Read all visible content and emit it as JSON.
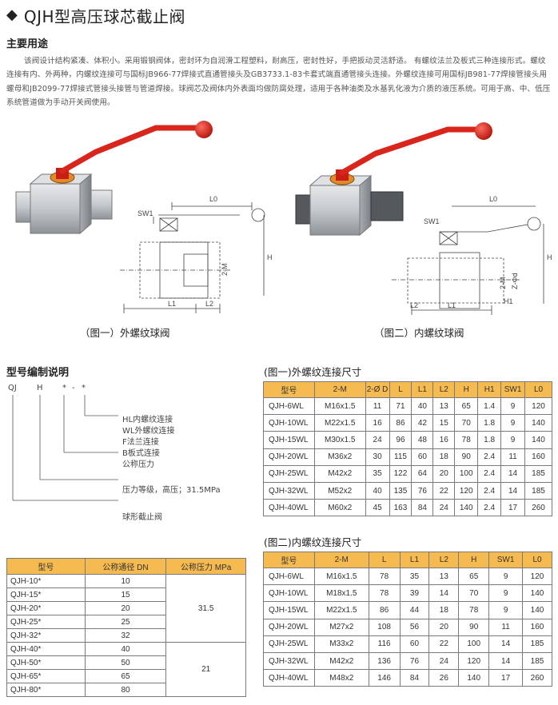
{
  "title": "QJH型高压球芯截止阀",
  "section_usage": {
    "heading": "主要用途",
    "text": "该阀设计结构紧凑、体积小。采用锻钢阀体，密封环为自润滑工程塑料，耐高压，密封性好，手把扳动灵活舒适。 有螺纹法兰及板式三种连接形式。螺纹连接有内、外两种，内螺纹连接可与国标JB966-77焊接式直通管接头及GB3733.1-83卡套式端直通管接头连接。外螺纹连接可用国标JB981-77焊接管接头用螺母和JB2099-77焊接式管接头接管与管道焊接。球阀芯及阀体内外表面均做防腐处理，适用于各种油类及水基乳化液为介质的液压系统。可用于高、中、低压系统管道做为手动开关阀使用。"
  },
  "figures": {
    "fig1_caption": "（图一）外螺纹球阀",
    "fig2_caption": "（图二）内螺纹球阀",
    "dims1": {
      "l0": "L0",
      "sw1": "SW1",
      "m": "2-M",
      "h": "H",
      "l1": "L1",
      "l2": "L2"
    },
    "dims2": {
      "l0": "L0",
      "sw1": "SW1",
      "m": "2-M",
      "d": "Z-Φd",
      "h": "H",
      "h1": "H1",
      "l1": "L1",
      "l2": "L2"
    }
  },
  "code": {
    "heading": "型号编制说明",
    "chars": [
      "QJ",
      "H",
      "*",
      "-",
      "*"
    ],
    "labels": [
      "HL内螺纹连接",
      "WL外螺纹连接",
      "F法兰连接",
      "B板式连接",
      "公称压力",
      "压力等级，高压；31.5MPa",
      "球形截止阀"
    ]
  },
  "pressure_table": {
    "headers": [
      "型号",
      "公称通径 DN",
      "公称压力 MPa"
    ],
    "rows": [
      {
        "model": "QJH-10*",
        "dn": "10"
      },
      {
        "model": "QJH-15*",
        "dn": "15"
      },
      {
        "model": "QJH-20*",
        "dn": "20"
      },
      {
        "model": "QJH-25*",
        "dn": "25"
      },
      {
        "model": "QJH-32*",
        "dn": "32"
      },
      {
        "model": "QJH-40*",
        "dn": "40"
      },
      {
        "model": "QJH-50*",
        "dn": "50"
      },
      {
        "model": "QJH-65*",
        "dn": "65"
      },
      {
        "model": "QJH-80*",
        "dn": "80"
      }
    ],
    "pressure_a": "31.5",
    "pressure_b": "21"
  },
  "table1": {
    "title": "(图一)外螺纹连接尺寸",
    "headers": [
      "型号",
      "2-M",
      "2-Ø D",
      "L",
      "L1",
      "L2",
      "H",
      "H1",
      "SW1",
      "L0"
    ],
    "rows": [
      [
        "QJH-6WL",
        "M16x1.5",
        "11",
        "71",
        "40",
        "13",
        "65",
        "1.4",
        "9",
        "120"
      ],
      [
        "QJH-10WL",
        "M22x1.5",
        "16",
        "86",
        "42",
        "15",
        "70",
        "1.8",
        "9",
        "140"
      ],
      [
        "QJH-15WL",
        "M30x1.5",
        "24",
        "96",
        "48",
        "16",
        "78",
        "1.8",
        "9",
        "140"
      ],
      [
        "QJH-20WL",
        "M36x2",
        "30",
        "115",
        "60",
        "18",
        "90",
        "2.4",
        "11",
        "160"
      ],
      [
        "QJH-25WL",
        "M42x2",
        "35",
        "122",
        "64",
        "20",
        "100",
        "2.4",
        "14",
        "185"
      ],
      [
        "QJH-32WL",
        "M52x2",
        "40",
        "135",
        "76",
        "22",
        "120",
        "2.4",
        "14",
        "185"
      ],
      [
        "QJH-40WL",
        "M60x2",
        "45",
        "163",
        "84",
        "24",
        "140",
        "2.4",
        "17",
        "260"
      ]
    ]
  },
  "table2": {
    "title": "(图二)内螺纹连接尺寸",
    "headers": [
      "型号",
      "2-M",
      "L",
      "L1",
      "L2",
      "H",
      "SW1",
      "L0"
    ],
    "rows": [
      [
        "QJH-6WL",
        "M16x1.5",
        "78",
        "35",
        "13",
        "65",
        "9",
        "120"
      ],
      [
        "QJH-10WL",
        "M18x1.5",
        "78",
        "39",
        "14",
        "70",
        "9",
        "140"
      ],
      [
        "QJH-15WL",
        "M22x1.5",
        "86",
        "44",
        "18",
        "78",
        "9",
        "140"
      ],
      [
        "QJH-20WL",
        "M27x2",
        "108",
        "56",
        "20",
        "90",
        "11",
        "160"
      ],
      [
        "QJH-25WL",
        "M33x2",
        "116",
        "60",
        "22",
        "100",
        "14",
        "185"
      ],
      [
        "QJH-32WL",
        "M42x2",
        "136",
        "76",
        "24",
        "120",
        "14",
        "185"
      ],
      [
        "QJH-40WL",
        "M48x2",
        "146",
        "84",
        "26",
        "140",
        "17",
        "260"
      ]
    ]
  },
  "colors": {
    "header_bg": "#f6bb50",
    "handle_red": "#d9261c",
    "valve_steel": "#b8bcc2"
  }
}
